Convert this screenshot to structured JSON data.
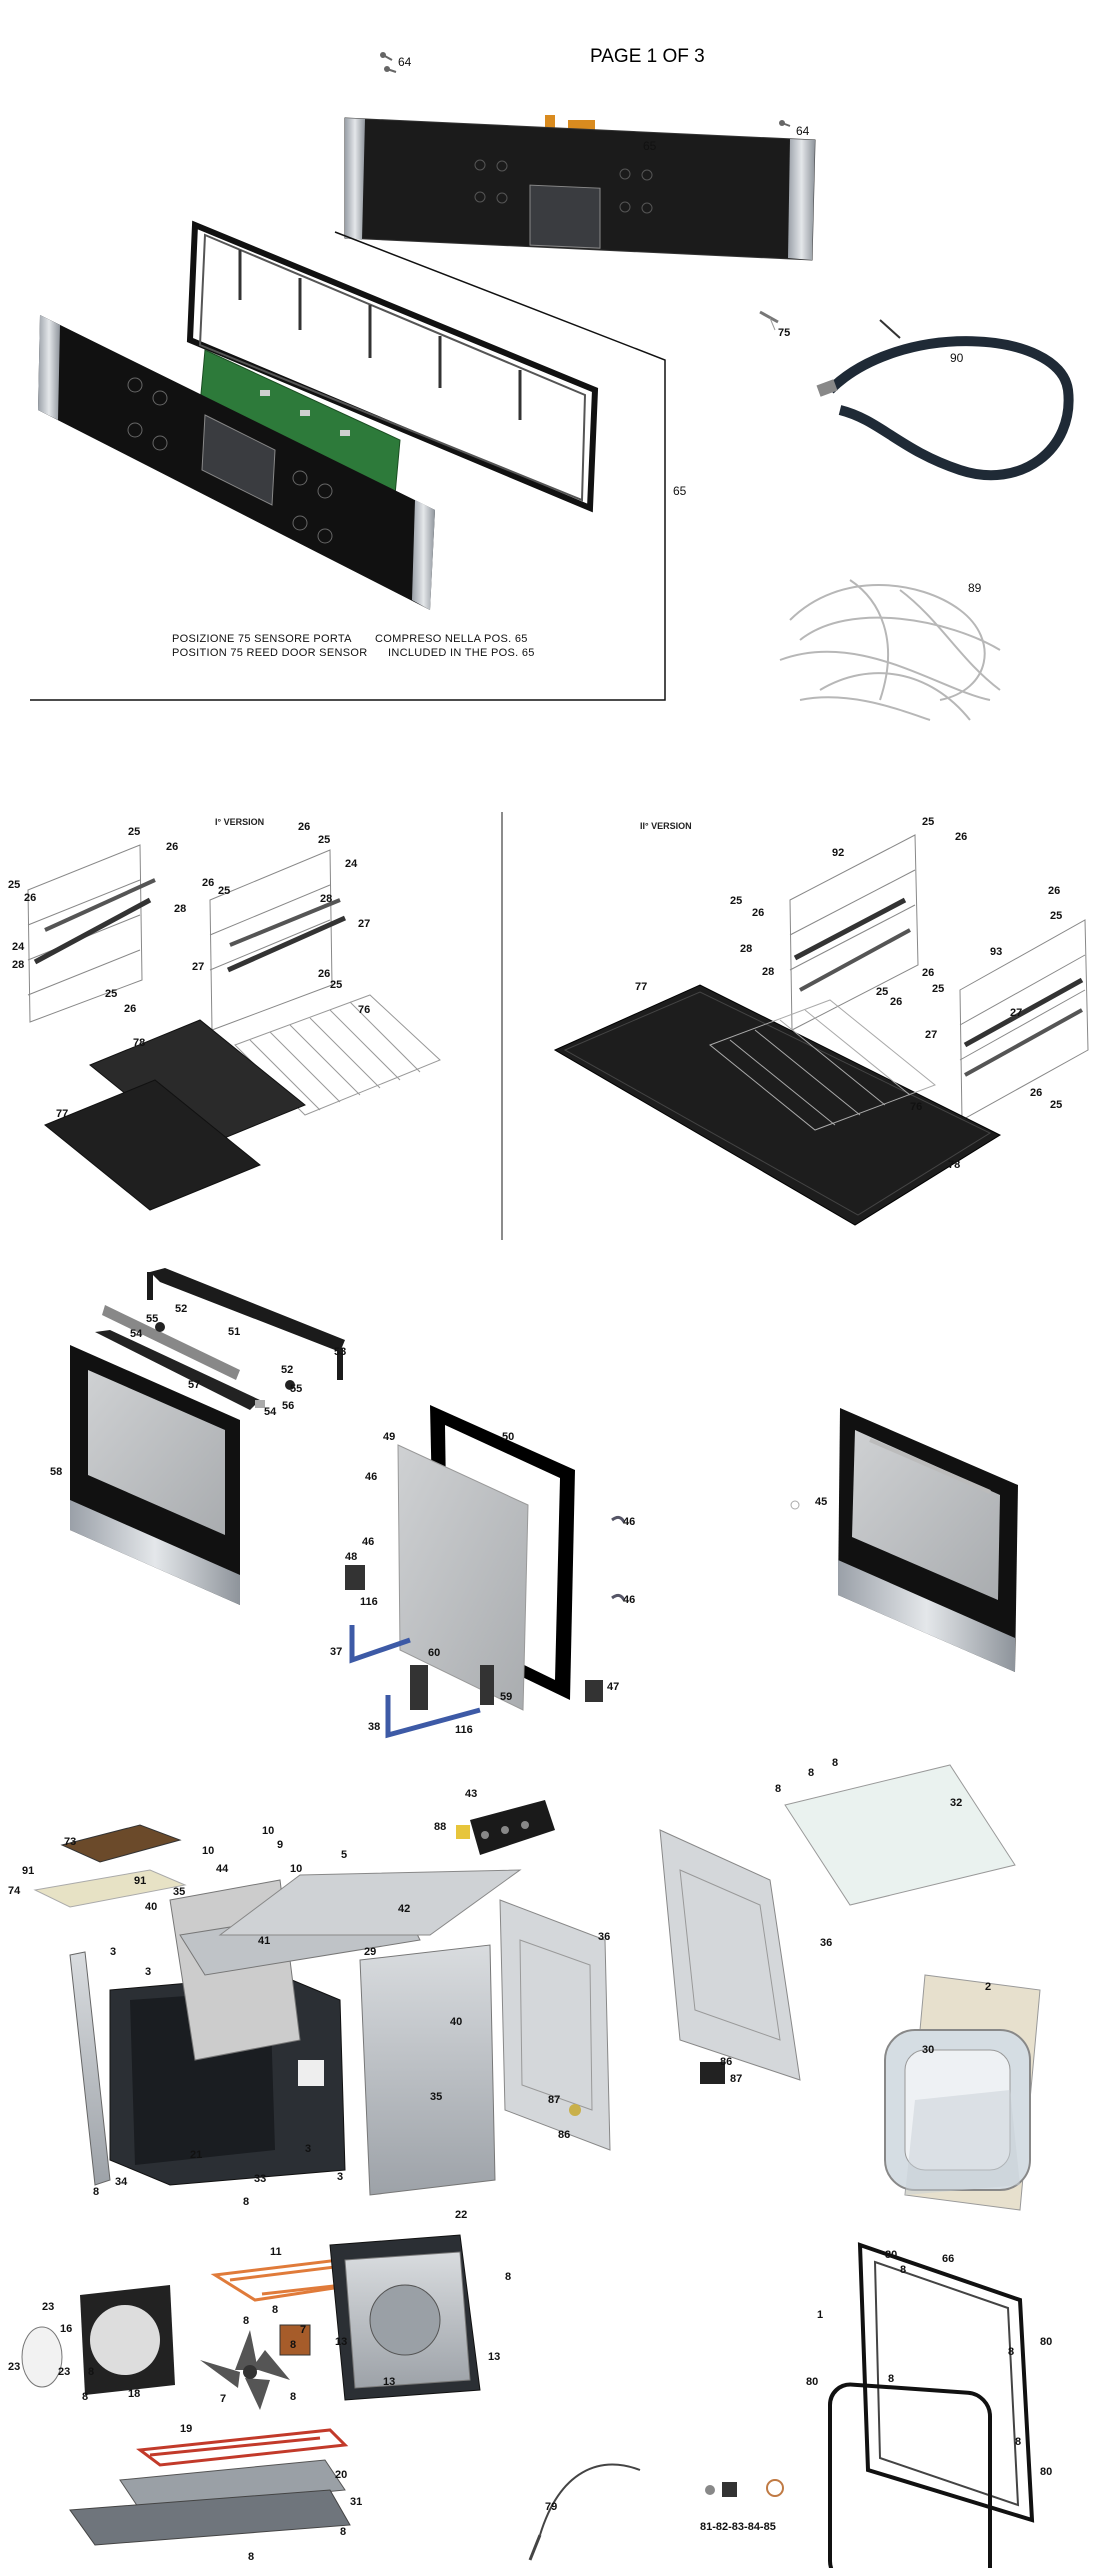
{
  "page_title": "PAGE 1 OF 3",
  "note": {
    "it_left": "POSIZIONE 75   SENSORE PORTA",
    "it_right": "COMPRESO  NELLA POS. 65",
    "en_left": "POSITION  75   REED DOOR SENSOR",
    "en_right": "INCLUDED IN THE POS. 65"
  },
  "versions": {
    "v1": "I° VERSION",
    "v2": "II° VERSION"
  },
  "labels": {
    "l64": "64",
    "l65": "65",
    "l75": "75",
    "l90": "90",
    "l89": "89",
    "l24": "24",
    "l25": "25",
    "l26": "26",
    "l27": "27",
    "l28": "28",
    "l76": "76",
    "l77": "77",
    "l78": "78",
    "l92": "92",
    "l93": "93",
    "l51": "51",
    "l52": "52",
    "l53": "53",
    "l54": "54",
    "l55": "55",
    "l56": "56",
    "l57": "57",
    "l58": "58",
    "l45": "45",
    "l46": "46",
    "l47": "47",
    "l48": "48",
    "l49": "49",
    "l50": "50",
    "l59": "59",
    "l60": "60",
    "l37": "37",
    "l38": "38",
    "l116": "116",
    "l1": "1",
    "l2": "2",
    "l3": "3",
    "l5": "5",
    "l7": "7",
    "l8": "8",
    "l9": "9",
    "l10": "10",
    "l11": "11",
    "l13": "13",
    "l16": "16",
    "l18": "18",
    "l19": "19",
    "l20": "20",
    "l21": "21",
    "l22": "22",
    "l23": "23",
    "l29": "29",
    "l30": "30",
    "l31": "31",
    "l32": "32",
    "l33": "33",
    "l34": "34",
    "l35": "35",
    "l36": "36",
    "l40": "40",
    "l41": "41",
    "l42": "42",
    "l43": "43",
    "l44": "44",
    "l66": "66",
    "l73": "73",
    "l74": "74",
    "l79": "79",
    "l80": "80",
    "l86": "86",
    "l87": "87",
    "l88": "88",
    "l91": "91",
    "l81_85": "81-82-83-84-85"
  }
}
